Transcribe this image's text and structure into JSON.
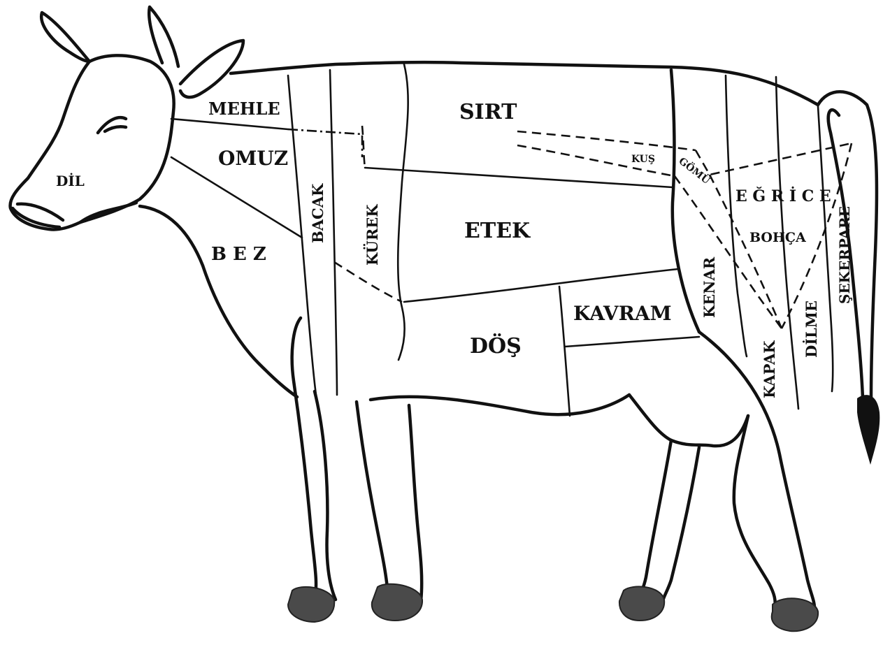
{
  "diagram": {
    "labels": {
      "dil": "DİL",
      "mehle": "MEHLE",
      "omuz": "OMUZ",
      "bez": "B E Z",
      "bacak": "BACAK",
      "kurek": "KÜREK",
      "sirt": "SIRT",
      "etek": "ETEK",
      "dos": "DÖŞ",
      "kavram": "KAVRAM",
      "kus": "KUŞ",
      "gomu": "GÖMÜ",
      "egrice": "E Ğ R İ C E",
      "bohca": "BOHÇA",
      "kenar": "KENAR",
      "kapak": "KAPAK",
      "dilme": "DİLME",
      "sekerpare": "ŞEKERPARE"
    },
    "colors": {
      "line": "#111111",
      "hoof": "#4a4a4a",
      "background": "#ffffff"
    }
  }
}
